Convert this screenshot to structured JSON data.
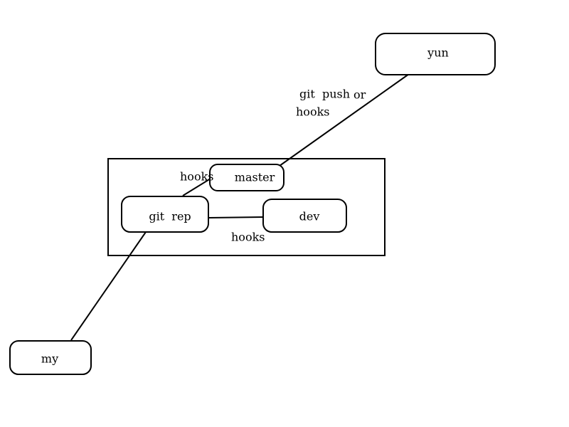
{
  "nodes": {
    "yun": "yun",
    "master": "master",
    "git_rep": "git  rep",
    "dev": "dev",
    "my": "my"
  },
  "edge_labels": {
    "git_push": "git  push",
    "or": "or",
    "hooks_top": "hooks",
    "hooks_master": "hooks",
    "hooks_dev": "hooks"
  },
  "colors": {
    "stroke": "#000000",
    "background": "#ffffff"
  }
}
